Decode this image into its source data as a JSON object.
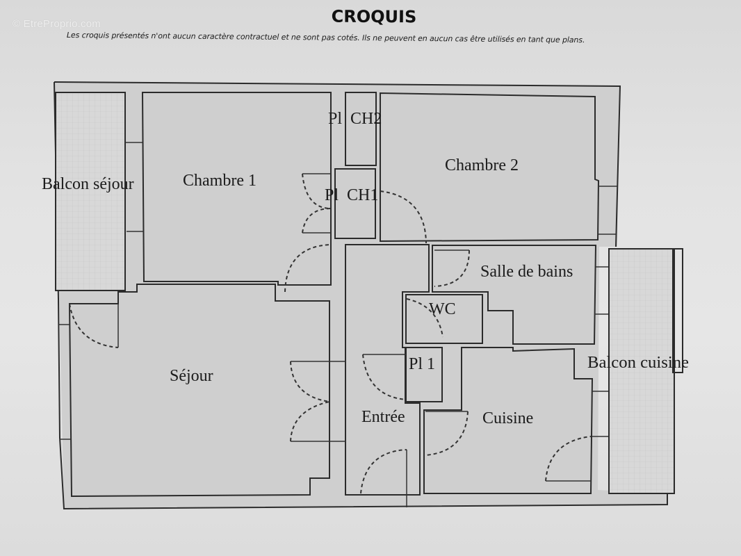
{
  "watermark": "© EtreProprio.com",
  "header": {
    "title": "CROQUIS",
    "disclaimer": "Les croquis présentés n'ont aucun caractère contractuel et ne sont pas cotés. Ils ne peuvent en aucun cas être utilisés en tant que plans."
  },
  "rooms": {
    "balcon_sejour": "Balcon séjour",
    "chambre_1": "Chambre 1",
    "pl_ch2": "Pl  CH2",
    "pl_ch1": "Pl  CH1",
    "chambre_2": "Chambre 2",
    "salle_de_bains": "Salle de bains",
    "wc": "WC",
    "pl_1": "Pl 1",
    "balcon_cuisine": "Balcon cuisine",
    "sejour": "Séjour",
    "entree": "Entrée",
    "cuisine": "Cuisine"
  },
  "colors": {
    "paper": "#e2e2e2",
    "wall_line": "#2b2b2b",
    "wall_fill": "#cfcfcf"
  }
}
